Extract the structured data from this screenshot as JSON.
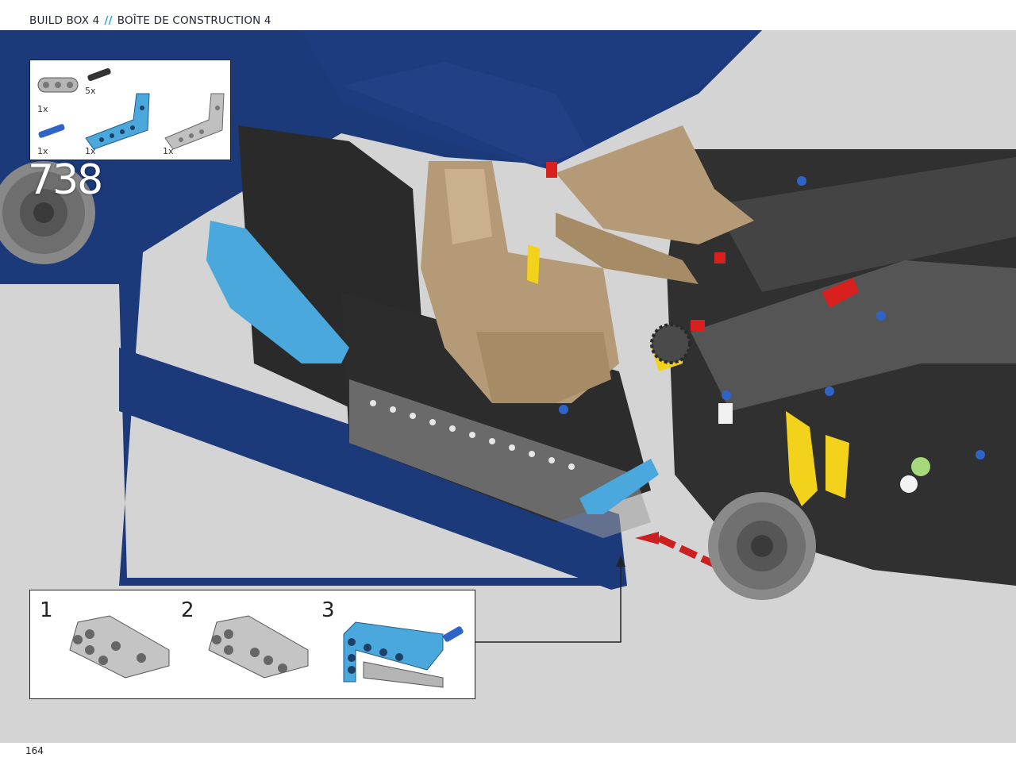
{
  "header": {
    "left": "BUILD BOX 4",
    "separator": "//",
    "right": "BOÎTE DE CONSTRUCTION 4"
  },
  "parts_list": {
    "items": [
      {
        "name": "grey-beam-3",
        "qty": "1x"
      },
      {
        "name": "black-axle-pin",
        "qty": "5x"
      },
      {
        "name": "blue-axle-pin",
        "qty": "1x"
      },
      {
        "name": "blue-l-beam",
        "qty": "1x"
      },
      {
        "name": "grey-l-beam",
        "qty": "1x"
      }
    ]
  },
  "step": {
    "number": "738"
  },
  "sub_assembly": {
    "steps": [
      {
        "number": "1"
      },
      {
        "number": "2"
      },
      {
        "number": "3"
      }
    ]
  },
  "colors": {
    "body_blue": "#1c3a7a",
    "accent_blue": "#4aa8dc",
    "tan": "#b49a76",
    "frame_black": "#2a2a2a",
    "frame_grey": "#9e9e9e",
    "red": "#d8201f",
    "yellow": "#f2d21b",
    "background": "#d4d4d4"
  },
  "page_number": "164"
}
